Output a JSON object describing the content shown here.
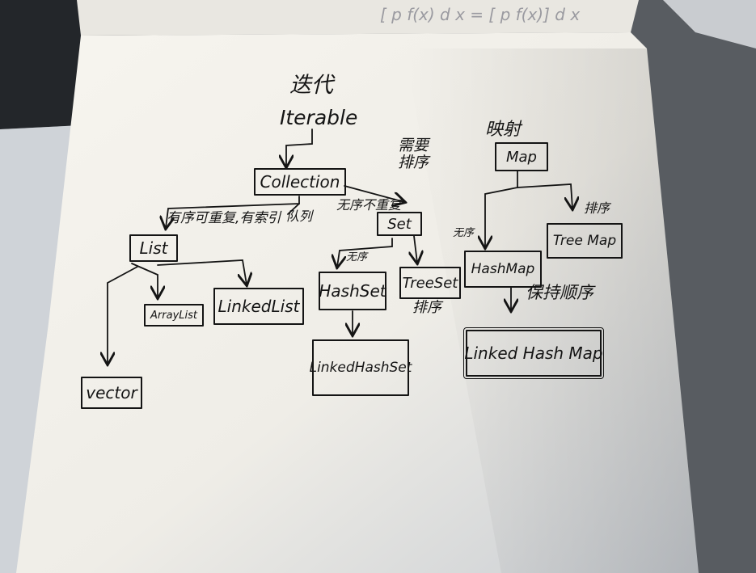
{
  "diagram": {
    "top_formula": "[ p f(x) d x = [ p f(x)] d x",
    "iter_title": "迭代",
    "iter_root": "Iterable",
    "map_title": "映射",
    "collection": "Collection",
    "map": "Map",
    "edge_list": "有序可重复,有索引",
    "edge_queue": "队列",
    "edge_set": "无序不重复",
    "need_sort": "需要排序",
    "list": "List",
    "set": "Set",
    "arraylist": "ArrayList",
    "linkedlist": "LinkedList",
    "vector": "vector",
    "hashset_tag": "无序",
    "hashset": "HashSet",
    "treeset": "TreeSet",
    "treeset_tag": "排序",
    "linkedhashset": "LinkedHashSet",
    "hashmap_tag": "无序",
    "hashmap": "HashMap",
    "treemap_tag": "排序",
    "treemap": "Tree Map",
    "keep_order": "保持顺序",
    "linkedhashmap": "Linked Hash Map"
  },
  "colors": {
    "ink": "#141414",
    "paper": "#f6f4ee",
    "desk": "#6f7378"
  }
}
